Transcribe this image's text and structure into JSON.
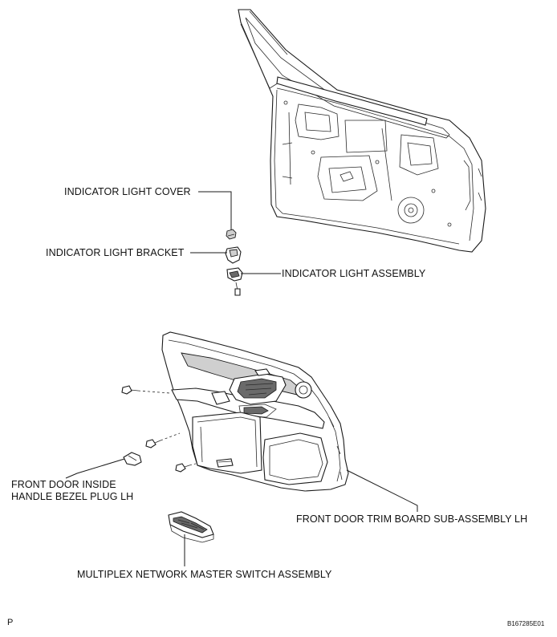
{
  "labels": {
    "indicator_light_cover": "INDICATOR LIGHT COVER",
    "indicator_light_bracket": "INDICATOR LIGHT BRACKET",
    "indicator_light_assembly": "INDICATOR LIGHT ASSEMBLY",
    "front_door_inside_handle_bezel_plug_line1": "FRONT DOOR INSIDE",
    "front_door_inside_handle_bezel_plug_line2": "HANDLE BEZEL PLUG LH",
    "front_door_trim_board": "FRONT DOOR TRIM BOARD SUB-ASSEMBLY LH",
    "multiplex_network_master_switch": "MULTIPLEX NETWORK MASTER SWITCH ASSEMBLY"
  },
  "footer": {
    "page_mark": "P",
    "figure_code": "B167285E01"
  }
}
